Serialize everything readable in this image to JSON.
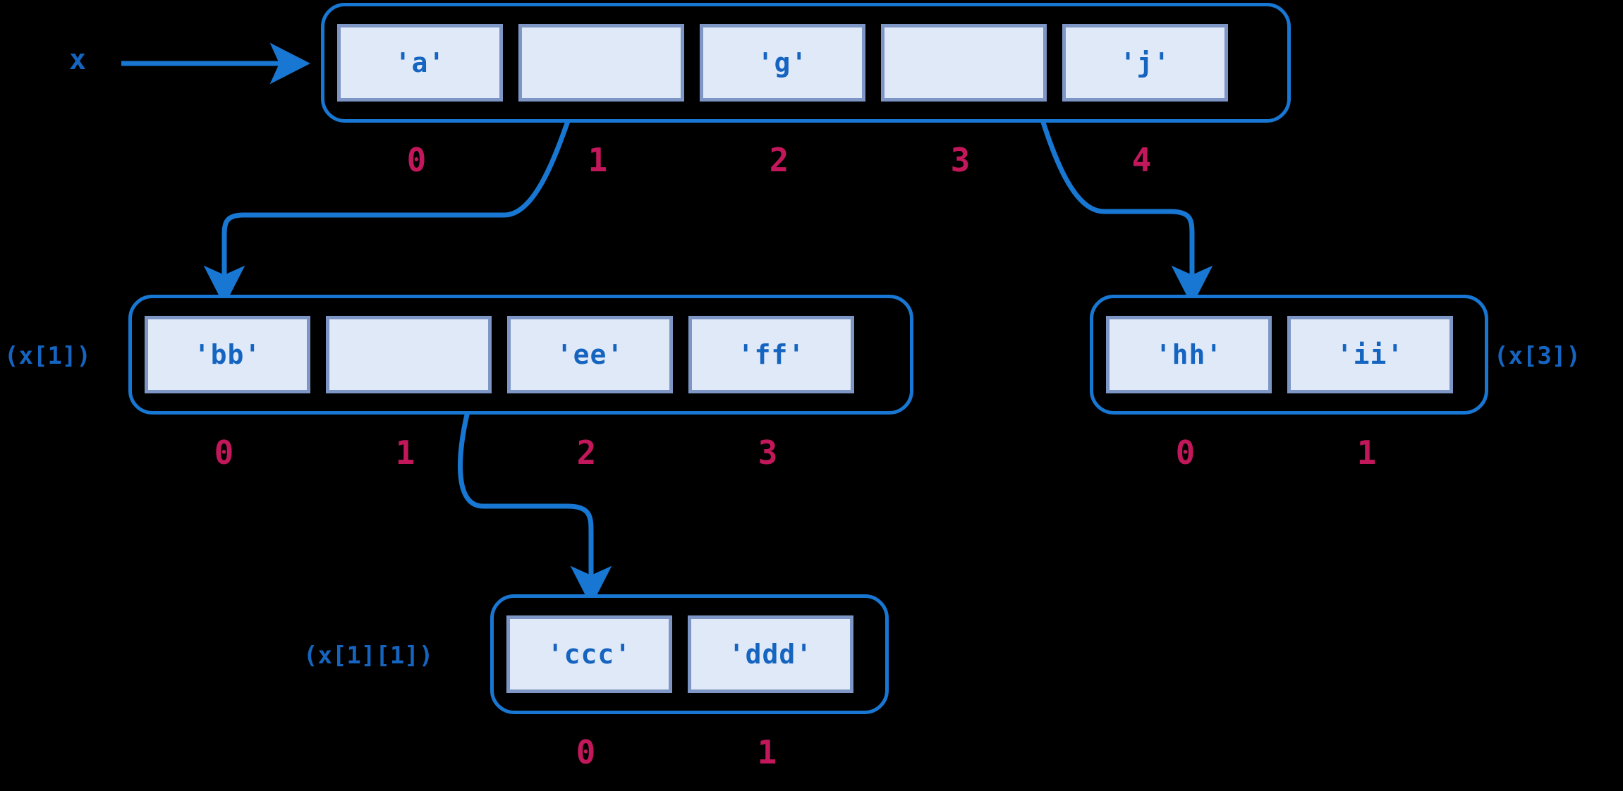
{
  "diagram": {
    "title": "nested-list-memory-diagram",
    "variable_label": "x",
    "colors": {
      "background": "#000000",
      "container_border": "#1877D2",
      "cell_fill": "#E0E9F8",
      "cell_border": "#7E96C6",
      "value_text": "#1565C0",
      "index_text": "#C2185B",
      "arrow": "#1877D2"
    },
    "lists": [
      {
        "id": "root",
        "name": "x",
        "side_label": "",
        "cells": [
          "'a'",
          "",
          "'g'",
          "",
          "'j'"
        ],
        "indices": [
          "0",
          "1",
          "2",
          "3",
          "4"
        ]
      },
      {
        "id": "x1",
        "name": "x[1]",
        "side_label": "(x[1])",
        "cells": [
          "'bb'",
          "",
          "'ee'",
          "'ff'"
        ],
        "indices": [
          "0",
          "1",
          "2",
          "3"
        ]
      },
      {
        "id": "x3",
        "name": "x[3]",
        "side_label": "(x[3])",
        "cells": [
          "'hh'",
          "'ii'"
        ],
        "indices": [
          "0",
          "1"
        ]
      },
      {
        "id": "x11",
        "name": "x[1][1]",
        "side_label": "(x[1][1])",
        "cells": [
          "'ccc'",
          "'ddd'"
        ],
        "indices": [
          "0",
          "1"
        ]
      }
    ]
  }
}
